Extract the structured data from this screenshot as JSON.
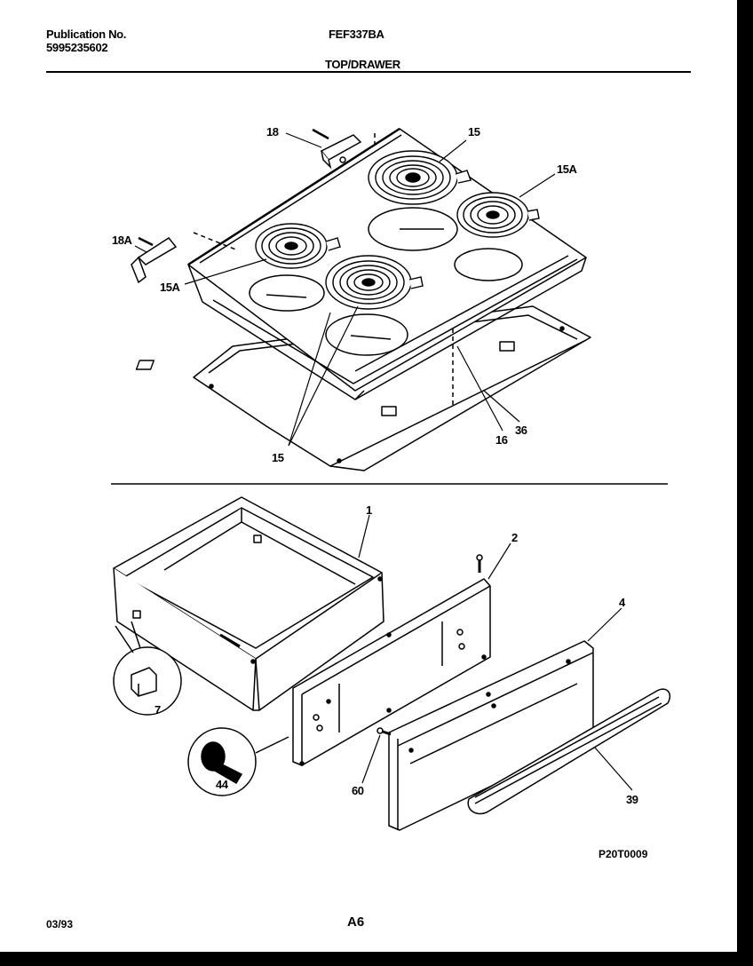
{
  "header": {
    "publication_label": "Publication No.",
    "publication_number": "5995235602",
    "model": "FEF337BA",
    "section": "TOP/DRAWER"
  },
  "callouts": {
    "c18": "18",
    "c15_top": "15",
    "c15A_right": "15A",
    "c18A": "18A",
    "c15A_left": "15A",
    "c15_bottom": "15",
    "c16": "16",
    "c36": "36",
    "c1": "1",
    "c2": "2",
    "c4": "4",
    "c7": "7",
    "c44": "44",
    "c60": "60",
    "c39": "39"
  },
  "figure_code": "P20T0009",
  "footer": {
    "date": "03/93",
    "page": "A6"
  },
  "colors": {
    "ink": "#000000",
    "paper": "#ffffff",
    "frame": "#000000"
  }
}
